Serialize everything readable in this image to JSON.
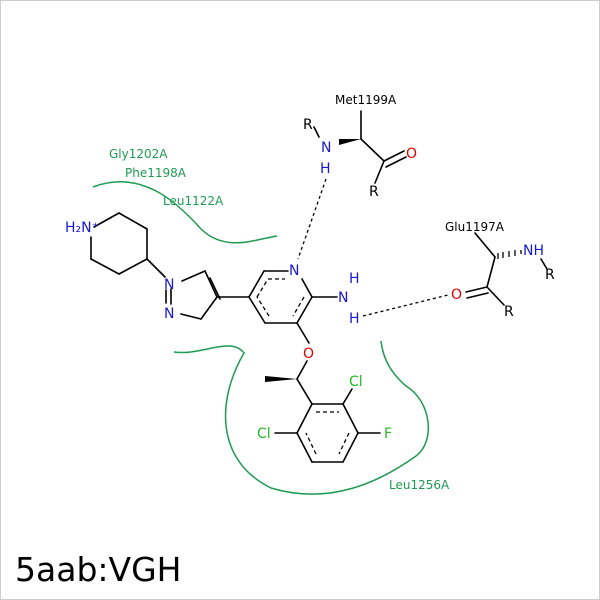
{
  "title": "5aab:VGH",
  "colors": {
    "bond": "#000000",
    "nitrogen": "#1a1acc",
    "oxygen": "#e60000",
    "halogen": "#22bb22",
    "residue": "#1e9a52",
    "border": "#cfcfcf"
  },
  "atoms": {
    "n_ammonium": "H₂N⁺",
    "pyrazole_n1": "N",
    "pyrazole_n2": "N",
    "pyridine_n": "N",
    "amine_n": "N",
    "amine_h_top": "H",
    "amine_h_bottom": "H",
    "ether_o": "O",
    "chloro_top": "Cl",
    "chloro_left": "Cl",
    "fluoro": "F",
    "met_n": "N",
    "met_h": "H",
    "met_r_n": "R",
    "met_o": "O",
    "met_r_c": "R",
    "glu_nh": "NH",
    "glu_r_n": "R",
    "glu_o": "O",
    "glu_r_c": "R"
  },
  "residues": {
    "met": "Met1199A",
    "glu": "Glu1197A",
    "gly": "Gly1202A",
    "phe": "Phe1198A",
    "leu1122": "Leu1122A",
    "leu1256": "Leu1256A"
  }
}
